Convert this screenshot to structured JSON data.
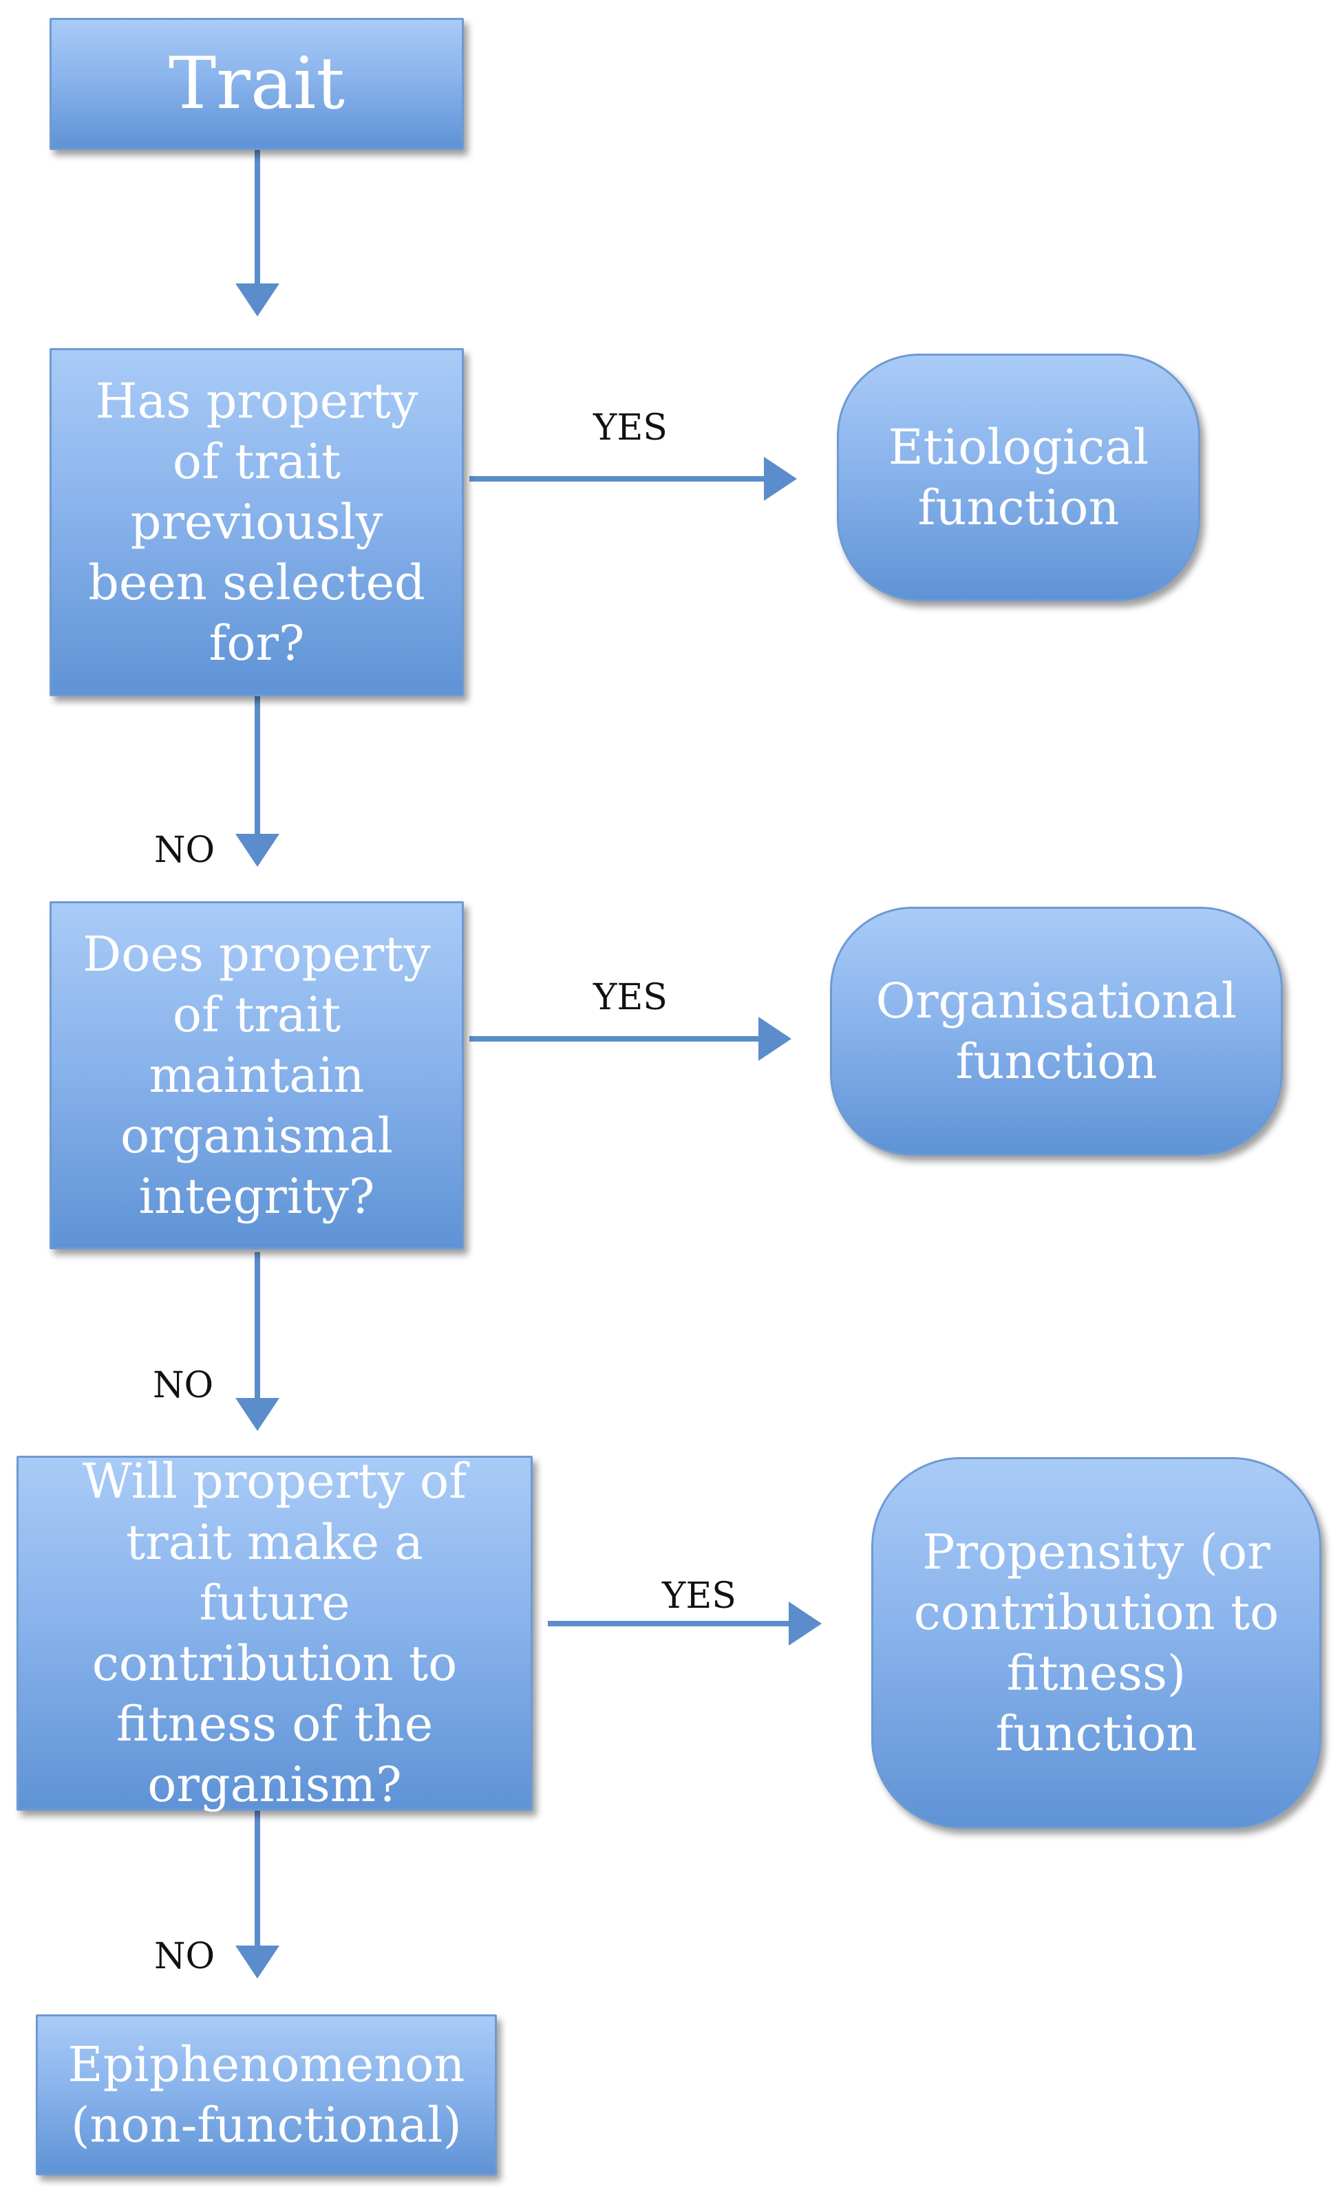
{
  "nodes": {
    "trait": "Trait",
    "q_selected": "Has property of trait previously been selected for?",
    "q_integrity": "Does property of trait maintain organismal integrity?",
    "q_future": "Will property of trait make a future contribution to fitness of the organism?",
    "etiological": "Etiological function",
    "organisational": "Organisational function",
    "propensity": "Propensity (or contribution to fitness) function",
    "epiphenomenon": "Epiphenomenon (non-functional)"
  },
  "labels": {
    "yes": "YES",
    "no": "NO"
  },
  "colors": {
    "box_top": "#a9cbf7",
    "box_bottom": "#5f93d6",
    "arrow": "#5b8ccb"
  }
}
